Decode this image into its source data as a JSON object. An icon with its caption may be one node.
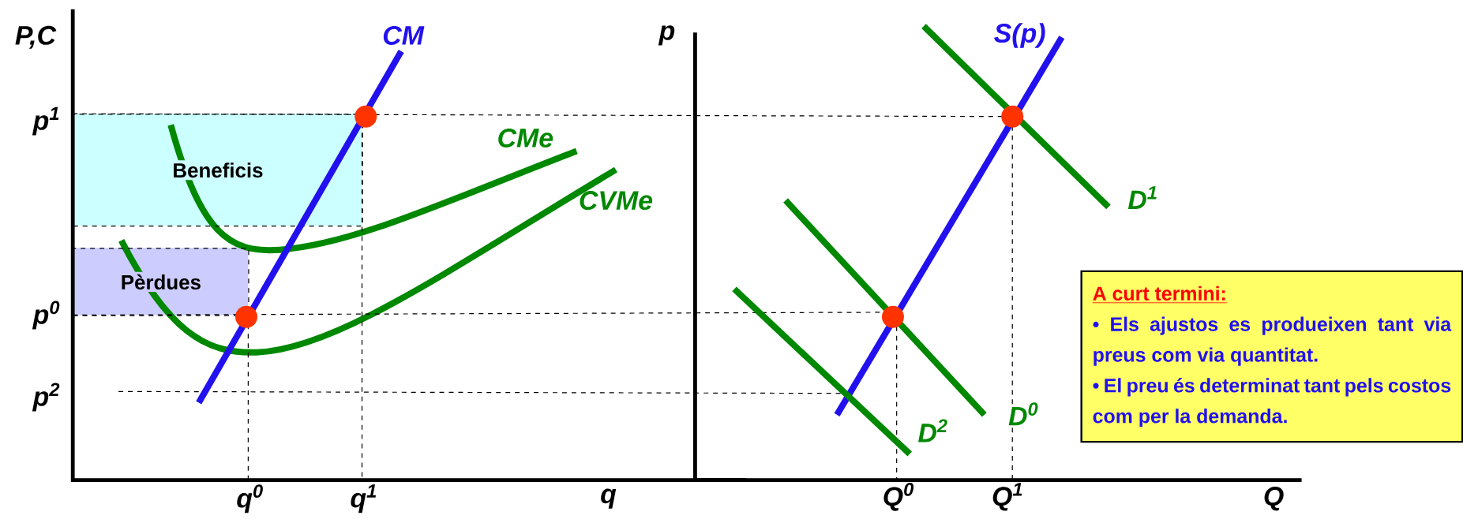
{
  "diagram": {
    "nodes": [
      {
        "text": [
          "Beneficis"
        ]
      },
      {
        "text": [
          "Pèrdues"
        ]
      },
      {
        "text": [
          "A curt termini:",
          "• Els ajustos es produeixen tant via preus com via quantitat.",
          "• El preu és determinat tant pels costos com per la demanda."
        ]
      }
    ],
    "labels": [
      "P,C",
      "CM",
      "p",
      "S(p)",
      "p$^{1}$",
      "CMe",
      "CVMe",
      "D$^{1}$",
      "p$^{0}$",
      "p$^{2}$",
      "D$^{0}$",
      "D$^{2}$",
      "q$^{0}$",
      "q$^{1}$",
      "q",
      "Q$^{0}$",
      "Q$^{1}$",
      "Q"
    ]
  }
}
